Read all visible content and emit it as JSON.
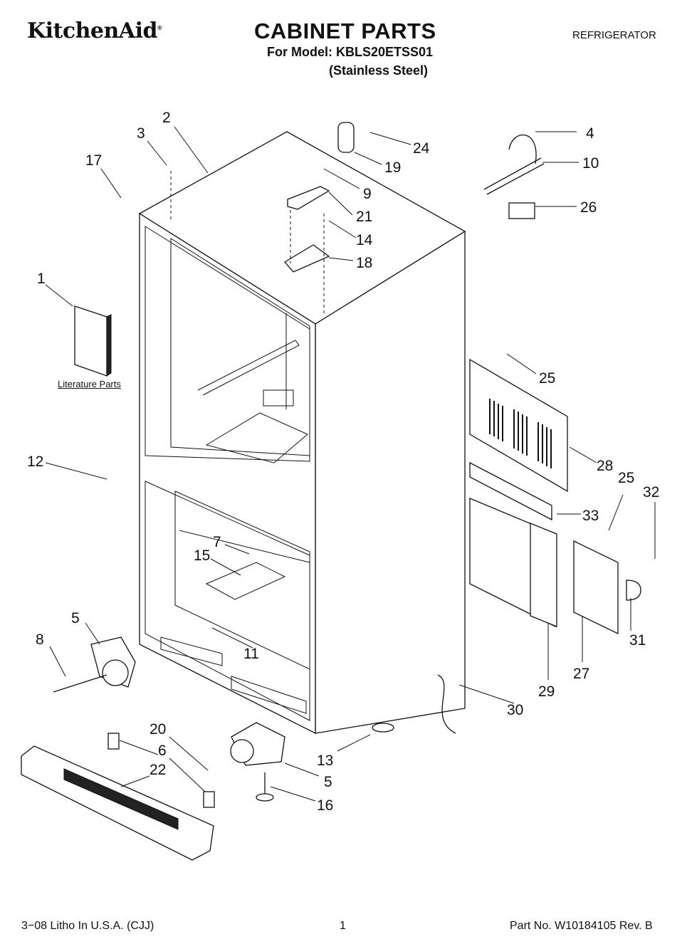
{
  "header": {
    "brand": "KitchenAid",
    "brand_mark": "®",
    "title": "CABINET PARTS",
    "model": "For Model: KBLS20ETSS01",
    "variant": "(Stainless Steel)",
    "doc_type": "REFRIGERATOR"
  },
  "literature_label": "Literature Parts",
  "callouts": [
    "1",
    "2",
    "3",
    "4",
    "5",
    "5",
    "6",
    "7",
    "8",
    "9",
    "10",
    "11",
    "12",
    "13",
    "14",
    "15",
    "16",
    "17",
    "18",
    "19",
    "20",
    "21",
    "22",
    "24",
    "25",
    "25",
    "26",
    "27",
    "28",
    "29",
    "30",
    "31",
    "32",
    "33"
  ],
  "footer": {
    "left": "3−08 Litho In U.S.A. (CJJ)",
    "page": "1",
    "part_no": "Part No. W10184105 Rev. B"
  }
}
